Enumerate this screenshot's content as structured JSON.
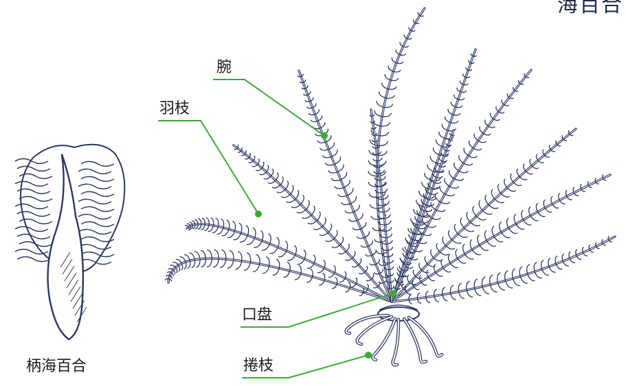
{
  "title_fragment": "海百合",
  "colors": {
    "ink": "#2b3560",
    "leader": "#3aaa35",
    "text": "#1a1a1a"
  },
  "labels": {
    "arm": "腕",
    "pinnule": "羽枝",
    "oral_disc": "口盘",
    "cirrus": "捲枝"
  },
  "stalked_caption": "柄海百合"
}
